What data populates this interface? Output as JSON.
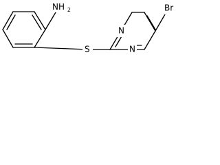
{
  "atoms": {
    "amine": "NH",
    "amine_sub": "2",
    "sulfur": "S",
    "n_top": "N",
    "n_bottom": "N",
    "bromine": "Br"
  }
}
